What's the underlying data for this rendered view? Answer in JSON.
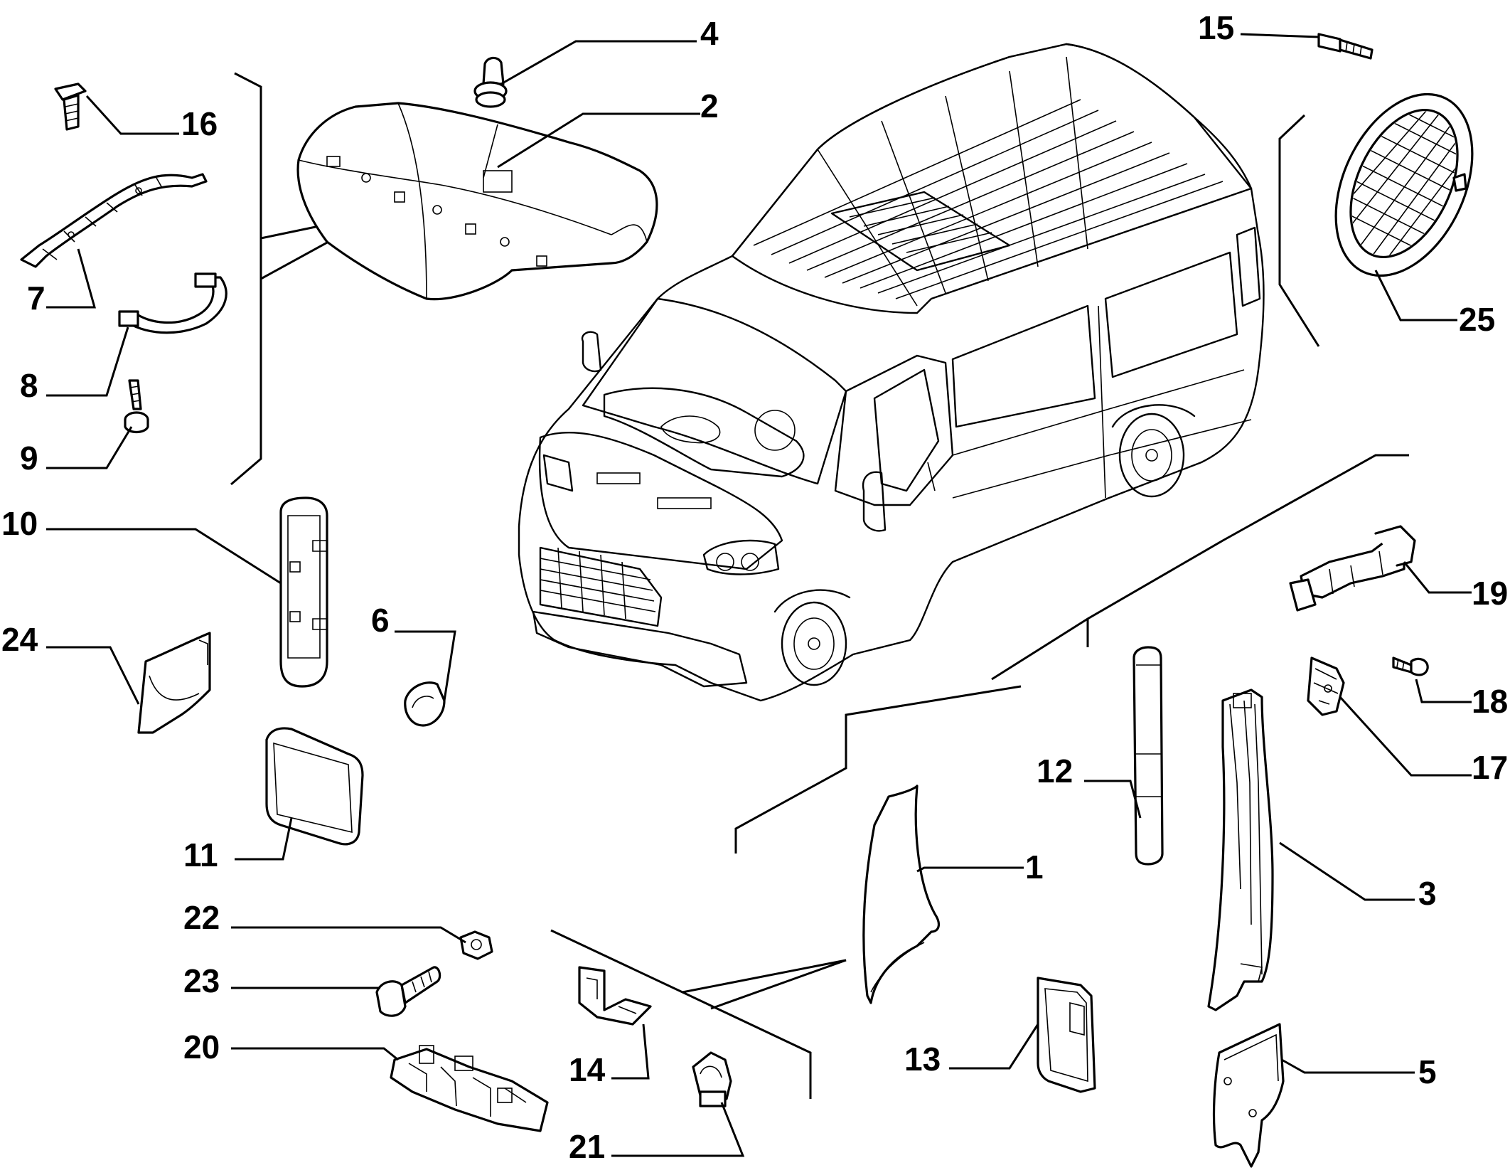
{
  "diagram": {
    "callouts": [
      {
        "id": "c1",
        "label": "1"
      },
      {
        "id": "c2",
        "label": "2"
      },
      {
        "id": "c3",
        "label": "3"
      },
      {
        "id": "c4",
        "label": "4"
      },
      {
        "id": "c5",
        "label": "5"
      },
      {
        "id": "c6",
        "label": "6"
      },
      {
        "id": "c7",
        "label": "7"
      },
      {
        "id": "c8",
        "label": "8"
      },
      {
        "id": "c9",
        "label": "9"
      },
      {
        "id": "c10",
        "label": "10"
      },
      {
        "id": "c11",
        "label": "11"
      },
      {
        "id": "c12",
        "label": "12"
      },
      {
        "id": "c13",
        "label": "13"
      },
      {
        "id": "c14",
        "label": "14"
      },
      {
        "id": "c15",
        "label": "15"
      },
      {
        "id": "c16",
        "label": "16"
      },
      {
        "id": "c17",
        "label": "17"
      },
      {
        "id": "c18",
        "label": "18"
      },
      {
        "id": "c19",
        "label": "19"
      },
      {
        "id": "c20",
        "label": "20"
      },
      {
        "id": "c21",
        "label": "21"
      },
      {
        "id": "c22",
        "label": "22"
      },
      {
        "id": "c23",
        "label": "23"
      },
      {
        "id": "c24",
        "label": "24"
      },
      {
        "id": "c25",
        "label": "25"
      }
    ]
  }
}
